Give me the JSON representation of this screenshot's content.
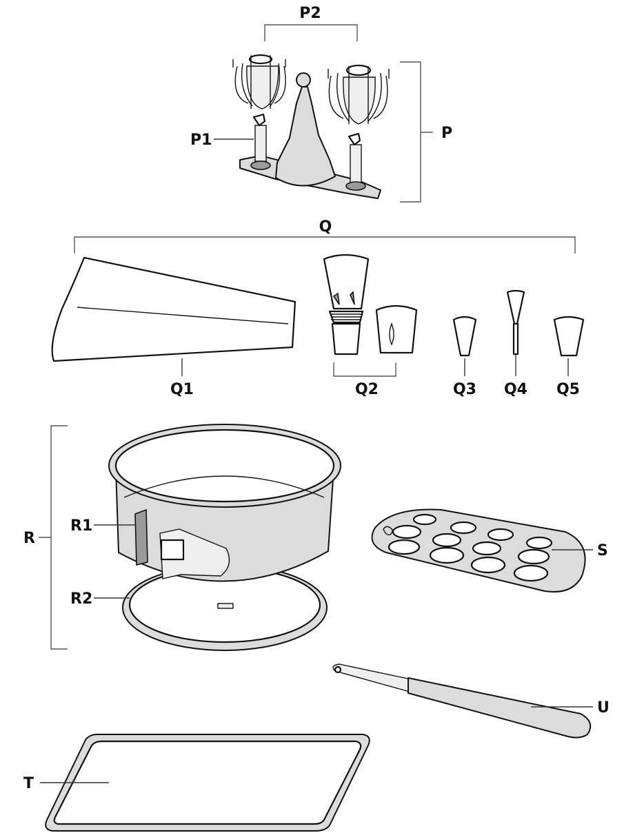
{
  "labels": {
    "P": "P",
    "P1": "P1",
    "P2": "P2",
    "Q": "Q",
    "Q1": "Q1",
    "Q2": "Q2",
    "Q3": "Q3",
    "Q4": "Q4",
    "Q5": "Q5",
    "R": "R",
    "R1": "R1",
    "R2": "R2",
    "S": "S",
    "T": "T",
    "U": "U"
  },
  "parts": [
    {
      "id": "P",
      "name": "whisk-attachment-set"
    },
    {
      "id": "P1",
      "name": "whisk-drive-shaft"
    },
    {
      "id": "P2",
      "name": "whisk-heads"
    },
    {
      "id": "Q",
      "name": "piping-set"
    },
    {
      "id": "Q1",
      "name": "piping-bag"
    },
    {
      "id": "Q2",
      "name": "nozzle-adapter-set"
    },
    {
      "id": "Q3",
      "name": "star-nozzle"
    },
    {
      "id": "Q4",
      "name": "filling-nozzle"
    },
    {
      "id": "Q5",
      "name": "round-nozzle"
    },
    {
      "id": "R",
      "name": "springform-pan"
    },
    {
      "id": "R1",
      "name": "springform-ring"
    },
    {
      "id": "R2",
      "name": "springform-base"
    },
    {
      "id": "S",
      "name": "muffin-tray"
    },
    {
      "id": "T",
      "name": "baking-sheet"
    },
    {
      "id": "U",
      "name": "spatula"
    }
  ],
  "colors": {
    "line": "#111111",
    "fill_light": "#dcdcdc",
    "fill_dark": "#9a9a9a"
  }
}
